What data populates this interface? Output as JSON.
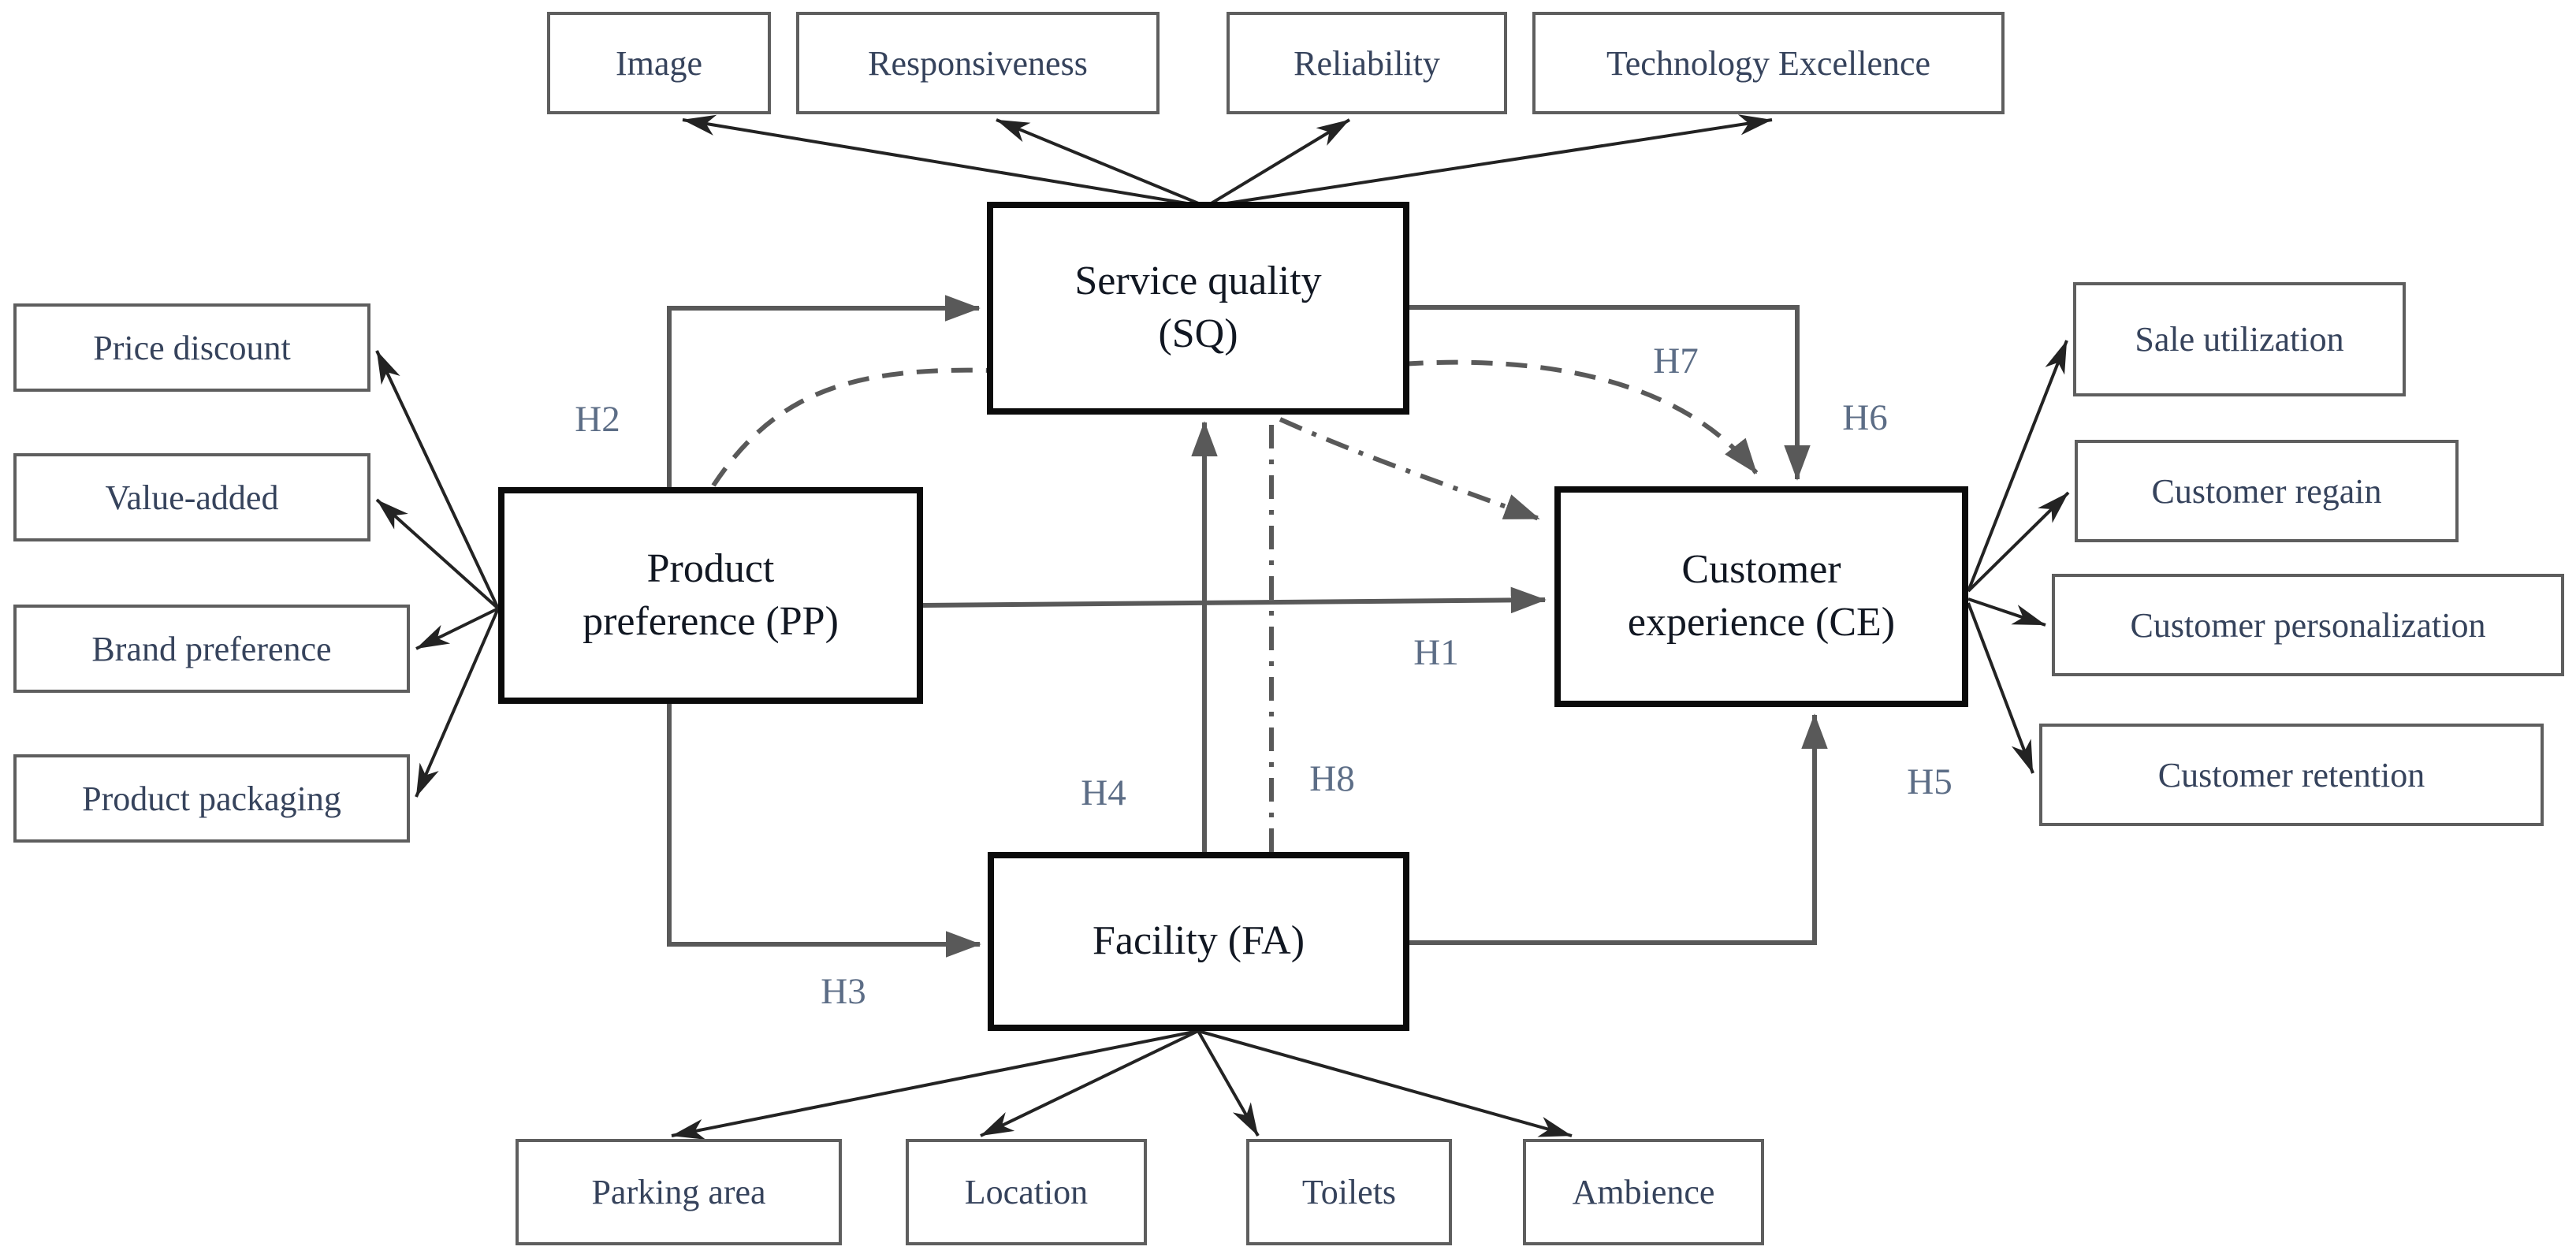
{
  "figure": {
    "type": "conceptual-framework-diagram",
    "description": "Structural model linking product preference, service quality, facility and customer experience with indicators and hypotheses H1-H8"
  },
  "colors": {
    "background": "#ffffff",
    "main_line": "#595959",
    "fan_line": "#232323",
    "construct_border": "#0b0b0b",
    "indicator_border": "#5e5e5e",
    "construct_text": "#111722",
    "indicator_text": "#36435c",
    "hypothesis_text": "#5c6d86"
  },
  "constructs": {
    "sq": {
      "line1": "Service quality",
      "line2": "(SQ)"
    },
    "pp": {
      "line1": "Product",
      "line2": "preference (PP)"
    },
    "ce": {
      "line1": "Customer",
      "line2": "experience (CE)"
    },
    "fa": {
      "line1": "Facility (FA)"
    }
  },
  "indicators": {
    "service_quality": [
      "Image",
      "Responsiveness",
      "Reliability",
      "Technology Excellence"
    ],
    "product_preference": [
      "Price discount",
      "Value-added",
      "Brand preference",
      "Product packaging"
    ],
    "customer_experience": [
      "Sale utilization",
      "Customer regain",
      "Customer personalization",
      "Customer retention"
    ],
    "facility": [
      "Parking area",
      "Location",
      "Toilets",
      "Ambience"
    ]
  },
  "hypotheses": {
    "h1": "H1",
    "h2": "H2",
    "h3": "H3",
    "h4": "H4",
    "h5": "H5",
    "h6": "H6",
    "h7": "H7",
    "h8": "H8"
  },
  "line_styles": {
    "h1_to_h6": "solid",
    "h7": "dashed",
    "h8": "dash-dot"
  }
}
